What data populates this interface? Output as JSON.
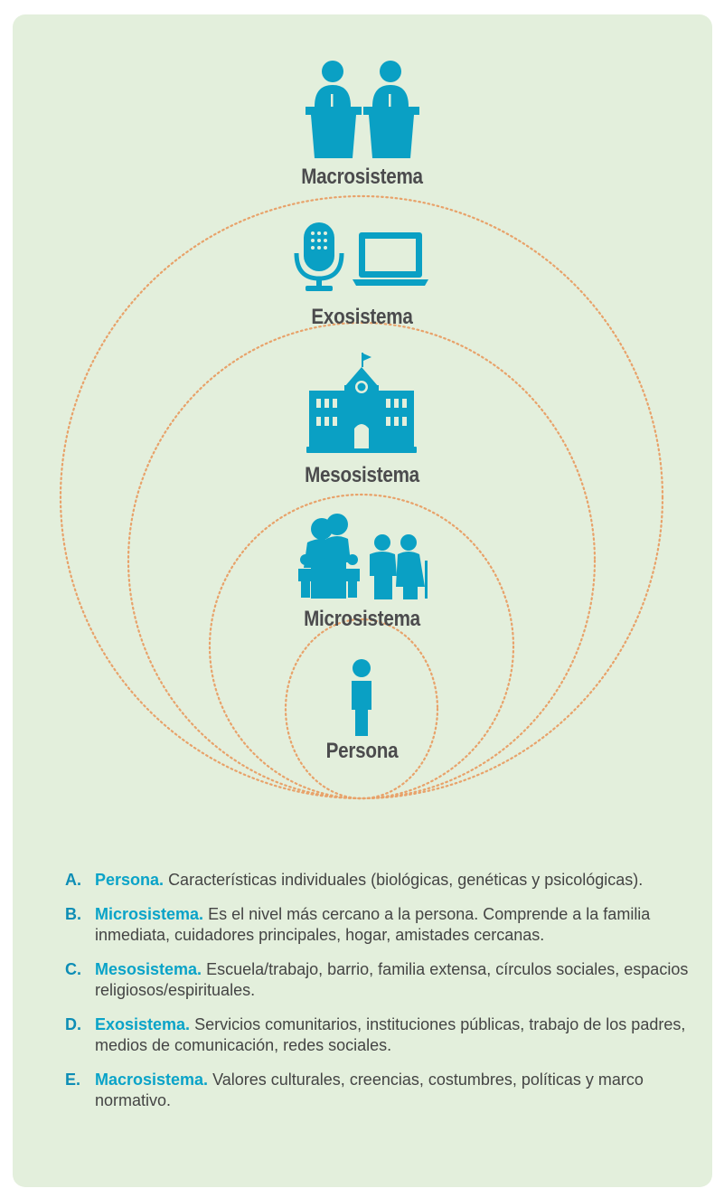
{
  "colors": {
    "background": "#e3efdc",
    "icon": "#0aa0c4",
    "ring": "#e8a26a",
    "label": "#4b4b4d",
    "legend_letter": "#0d8db5",
    "legend_term": "#0aa3c8"
  },
  "levels": {
    "macro": {
      "label": "Macrosistema",
      "icon": "podium-speakers-icon"
    },
    "exo": {
      "label": "Exosistema",
      "icon": "microphone-laptop-icon"
    },
    "meso": {
      "label": "Mesosistema",
      "icon": "school-building-icon"
    },
    "micro": {
      "label": "Microsistema",
      "icon": "family-icon"
    },
    "persona": {
      "label": "Persona",
      "icon": "person-icon"
    }
  },
  "legend": [
    {
      "letter": "A.",
      "term": "Persona.",
      "text": "Características individuales (biológicas, genéticas y psicológicas)."
    },
    {
      "letter": "B.",
      "term": "Microsistema.",
      "text": "Es el nivel más cercano a la persona. Comprende a la familia inmediata, cuidadores principales, hogar, amistades cercanas."
    },
    {
      "letter": "C.",
      "term": "Mesosistema.",
      "text": "Escuela/trabajo, barrio, familia extensa, círculos sociales, espacios religiosos/espirituales."
    },
    {
      "letter": "D.",
      "term": "Exosistema.",
      "text": "Servicios comunitarios, instituciones públicas, trabajo de los padres, medios de comunicación, redes sociales."
    },
    {
      "letter": "E.",
      "term": "Macrosistema.",
      "text": "Valores culturales, creencias, costumbres, políticas y marco normativo."
    }
  ]
}
